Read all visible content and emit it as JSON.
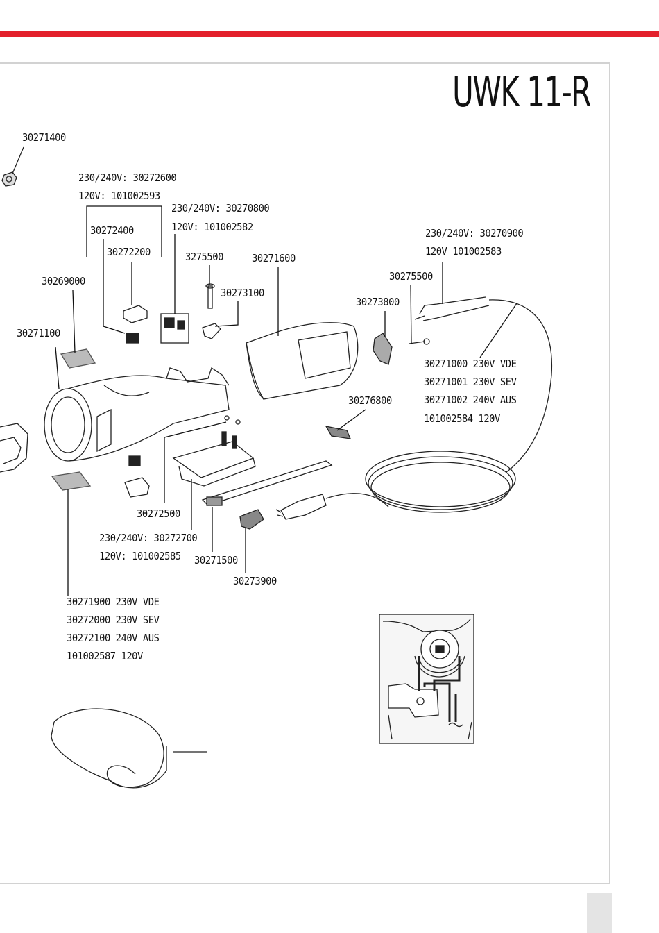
{
  "header": {
    "accent_color": "#e3202b"
  },
  "title": "UWK 11-R",
  "labels": {
    "p30271400": "30271400",
    "p30272600_a": "230/240V: 30272600",
    "p30272600_b": "120V: 101002593",
    "p30270800_a": "230/240V: 30270800",
    "p30270800_b": "120V: 101002582",
    "p30272400": "30272400",
    "p30272200": "30272200",
    "p3275500": "3275500",
    "p30271600": "30271600",
    "p30273100": "30273100",
    "p30269000": "30269000",
    "p30271100": "30271100",
    "p30270900_a": "230/240V: 30270900",
    "p30270900_b": "120V 101002583",
    "p30275500": "30275500",
    "p30273800": "30273800",
    "p30271000_a": "30271000 230V VDE",
    "p30271000_b": "30271001 230V SEV",
    "p30271000_c": "30271002 240V AUS",
    "p30271000_d": "101002584 120V",
    "p30276800": "30276800",
    "p30272500": "30272500",
    "p30272700_a": "230/240V: 30272700",
    "p30272700_b": "120V: 101002585",
    "p30271500": "30271500",
    "p30273900": "30273900",
    "p30271900_a": "30271900 230V VDE",
    "p30272000": "30272000 230V SEV",
    "p30272100": "30272100 240V AUS",
    "p101002587": "101002587 120V"
  },
  "icons": [
    "nut-part",
    "gear-housing-part",
    "brush-part",
    "switch-part",
    "screw-part",
    "motor-housing-part",
    "handle-cover-part",
    "cable-part",
    "plug-part",
    "slider-part",
    "guard-part",
    "wiring-diagram"
  ]
}
